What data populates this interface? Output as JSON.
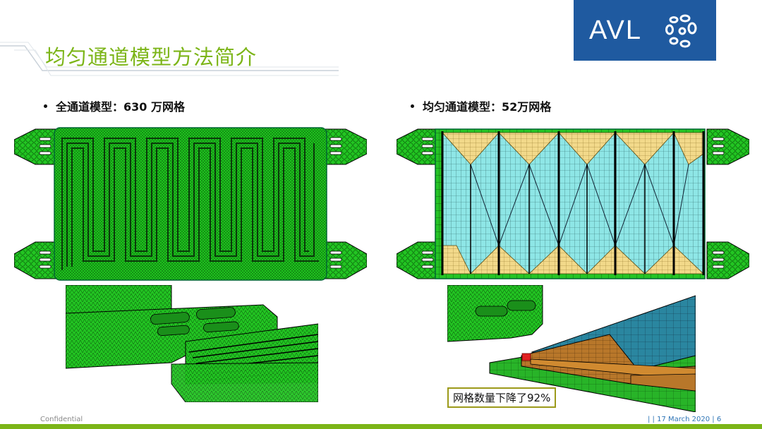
{
  "title": "均匀通道模型方法简介",
  "logo": {
    "text": "AVL"
  },
  "left": {
    "bullet": "全通道模型：630 万网格"
  },
  "right": {
    "bullet": "均匀通道模型：52万网格"
  },
  "note": "网格数量下降了92%",
  "footer": {
    "confidential": "Confidential",
    "date": "|  | 17 March 2020 |  6"
  },
  "colors": {
    "accent": "#7cb518",
    "brand": "#1f5aa0",
    "mesh": "#1ec31e",
    "cyan": "#8ee6e6",
    "yellow": "#f2d98a"
  }
}
